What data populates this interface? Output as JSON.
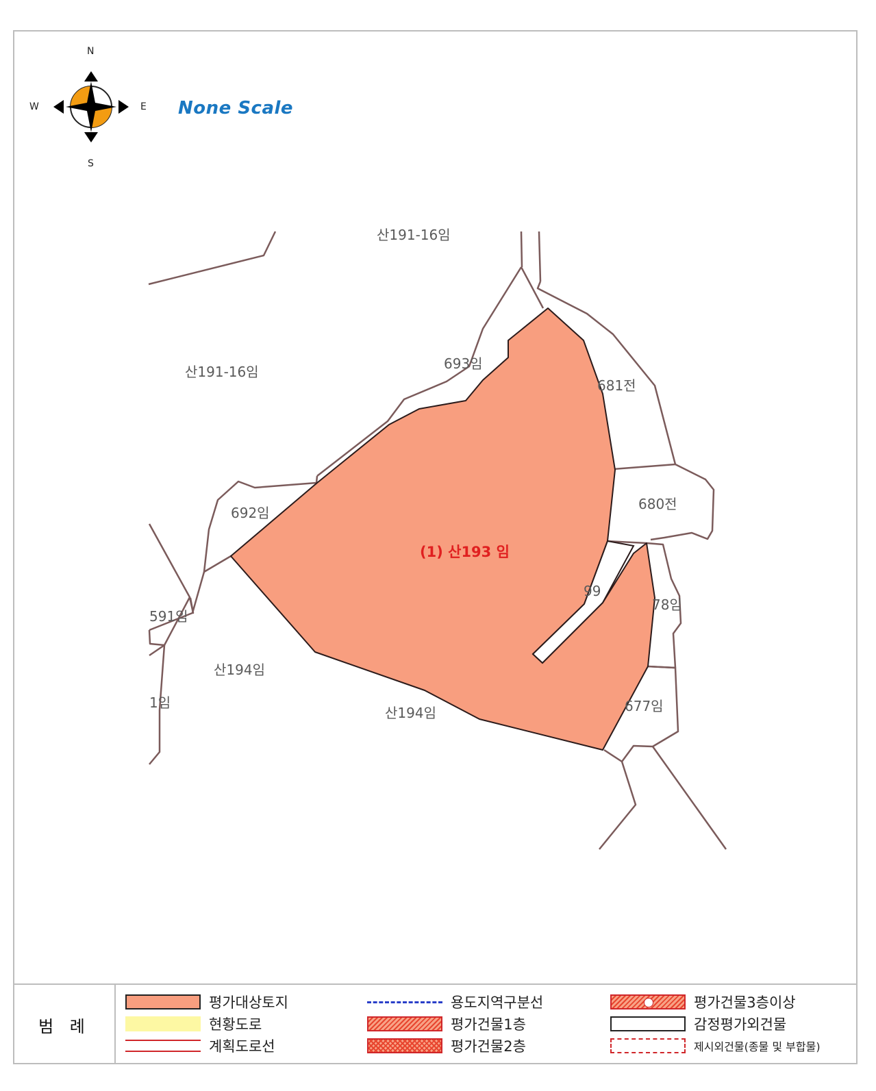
{
  "compass": {
    "n": "N",
    "s": "S",
    "e": "E",
    "w": "W"
  },
  "scale_text": "None Scale",
  "map": {
    "target_label": "(1) 산193 임",
    "parcel_labels": [
      "산191-16임",
      "산191-16임",
      "693임",
      "681전",
      "680전",
      "692임",
      "99",
      "78임",
      "591임",
      "산194임",
      "1임",
      "산194임",
      "677임"
    ]
  },
  "legend": {
    "title": "범 례",
    "items": [
      "평가대상토지",
      "현황도로",
      "계획도로선",
      "용도지역구분선",
      "평가건물1층",
      "평가건물2층",
      "평가건물3층이상",
      "감정평가외건물",
      "제시외건물(종물 및 부합물)"
    ]
  },
  "colors": {
    "target_fill": "#f89e7f",
    "parcel_line": "#7b5b5b",
    "road_fill": "#fdf8a3",
    "plan_road": "#d0262a",
    "zone_line": "#2a3fc9",
    "compass_orange": "#f39c12",
    "scale_blue": "#1a78c2"
  }
}
